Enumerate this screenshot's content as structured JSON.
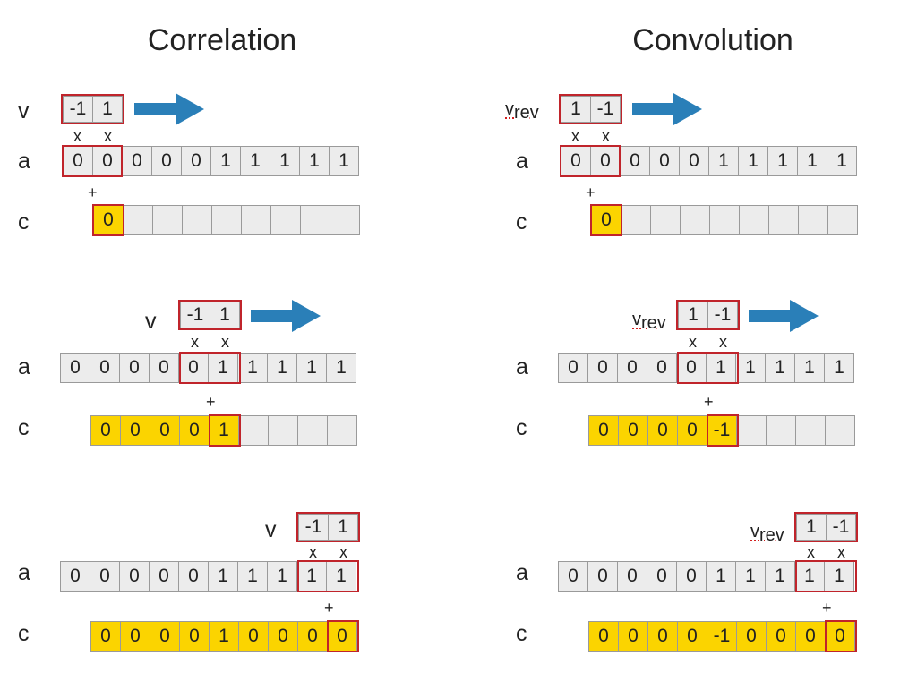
{
  "titles": {
    "left": "Correlation",
    "right": "Convolution"
  },
  "labels": {
    "v": "v",
    "a": "a",
    "c": "c",
    "vrev_base": "v",
    "vrev_sub": "rev"
  },
  "ops": {
    "times": "x",
    "plus": "+"
  },
  "colors": {
    "cell": "#ececec",
    "highlight": "#fbd400",
    "border": "#c0242b",
    "arrow": "#2a7fb8"
  },
  "correlation": {
    "kernel": [
      "-1",
      "1"
    ],
    "a": [
      "0",
      "0",
      "0",
      "0",
      "0",
      "1",
      "1",
      "1",
      "1",
      "1"
    ],
    "steps": [
      {
        "c": [
          "0",
          "",
          "",
          "",
          "",
          "",
          "",
          "",
          "",
          ""
        ]
      },
      {
        "c": [
          "0",
          "0",
          "0",
          "0",
          "1",
          "",
          "",
          "",
          "",
          ""
        ]
      },
      {
        "c": [
          "0",
          "0",
          "0",
          "0",
          "1",
          "0",
          "0",
          "0",
          "0"
        ]
      }
    ]
  },
  "convolution": {
    "kernel": [
      "1",
      "-1"
    ],
    "a": [
      "0",
      "0",
      "0",
      "0",
      "0",
      "1",
      "1",
      "1",
      "1",
      "1"
    ],
    "steps": [
      {
        "c": [
          "0",
          "",
          "",
          "",
          "",
          "",
          "",
          "",
          "",
          ""
        ]
      },
      {
        "c": [
          "0",
          "0",
          "0",
          "0",
          "-1",
          "",
          "",
          "",
          "",
          ""
        ]
      },
      {
        "c": [
          "0",
          "0",
          "0",
          "0",
          "-1",
          "0",
          "0",
          "0",
          "0"
        ]
      }
    ]
  }
}
